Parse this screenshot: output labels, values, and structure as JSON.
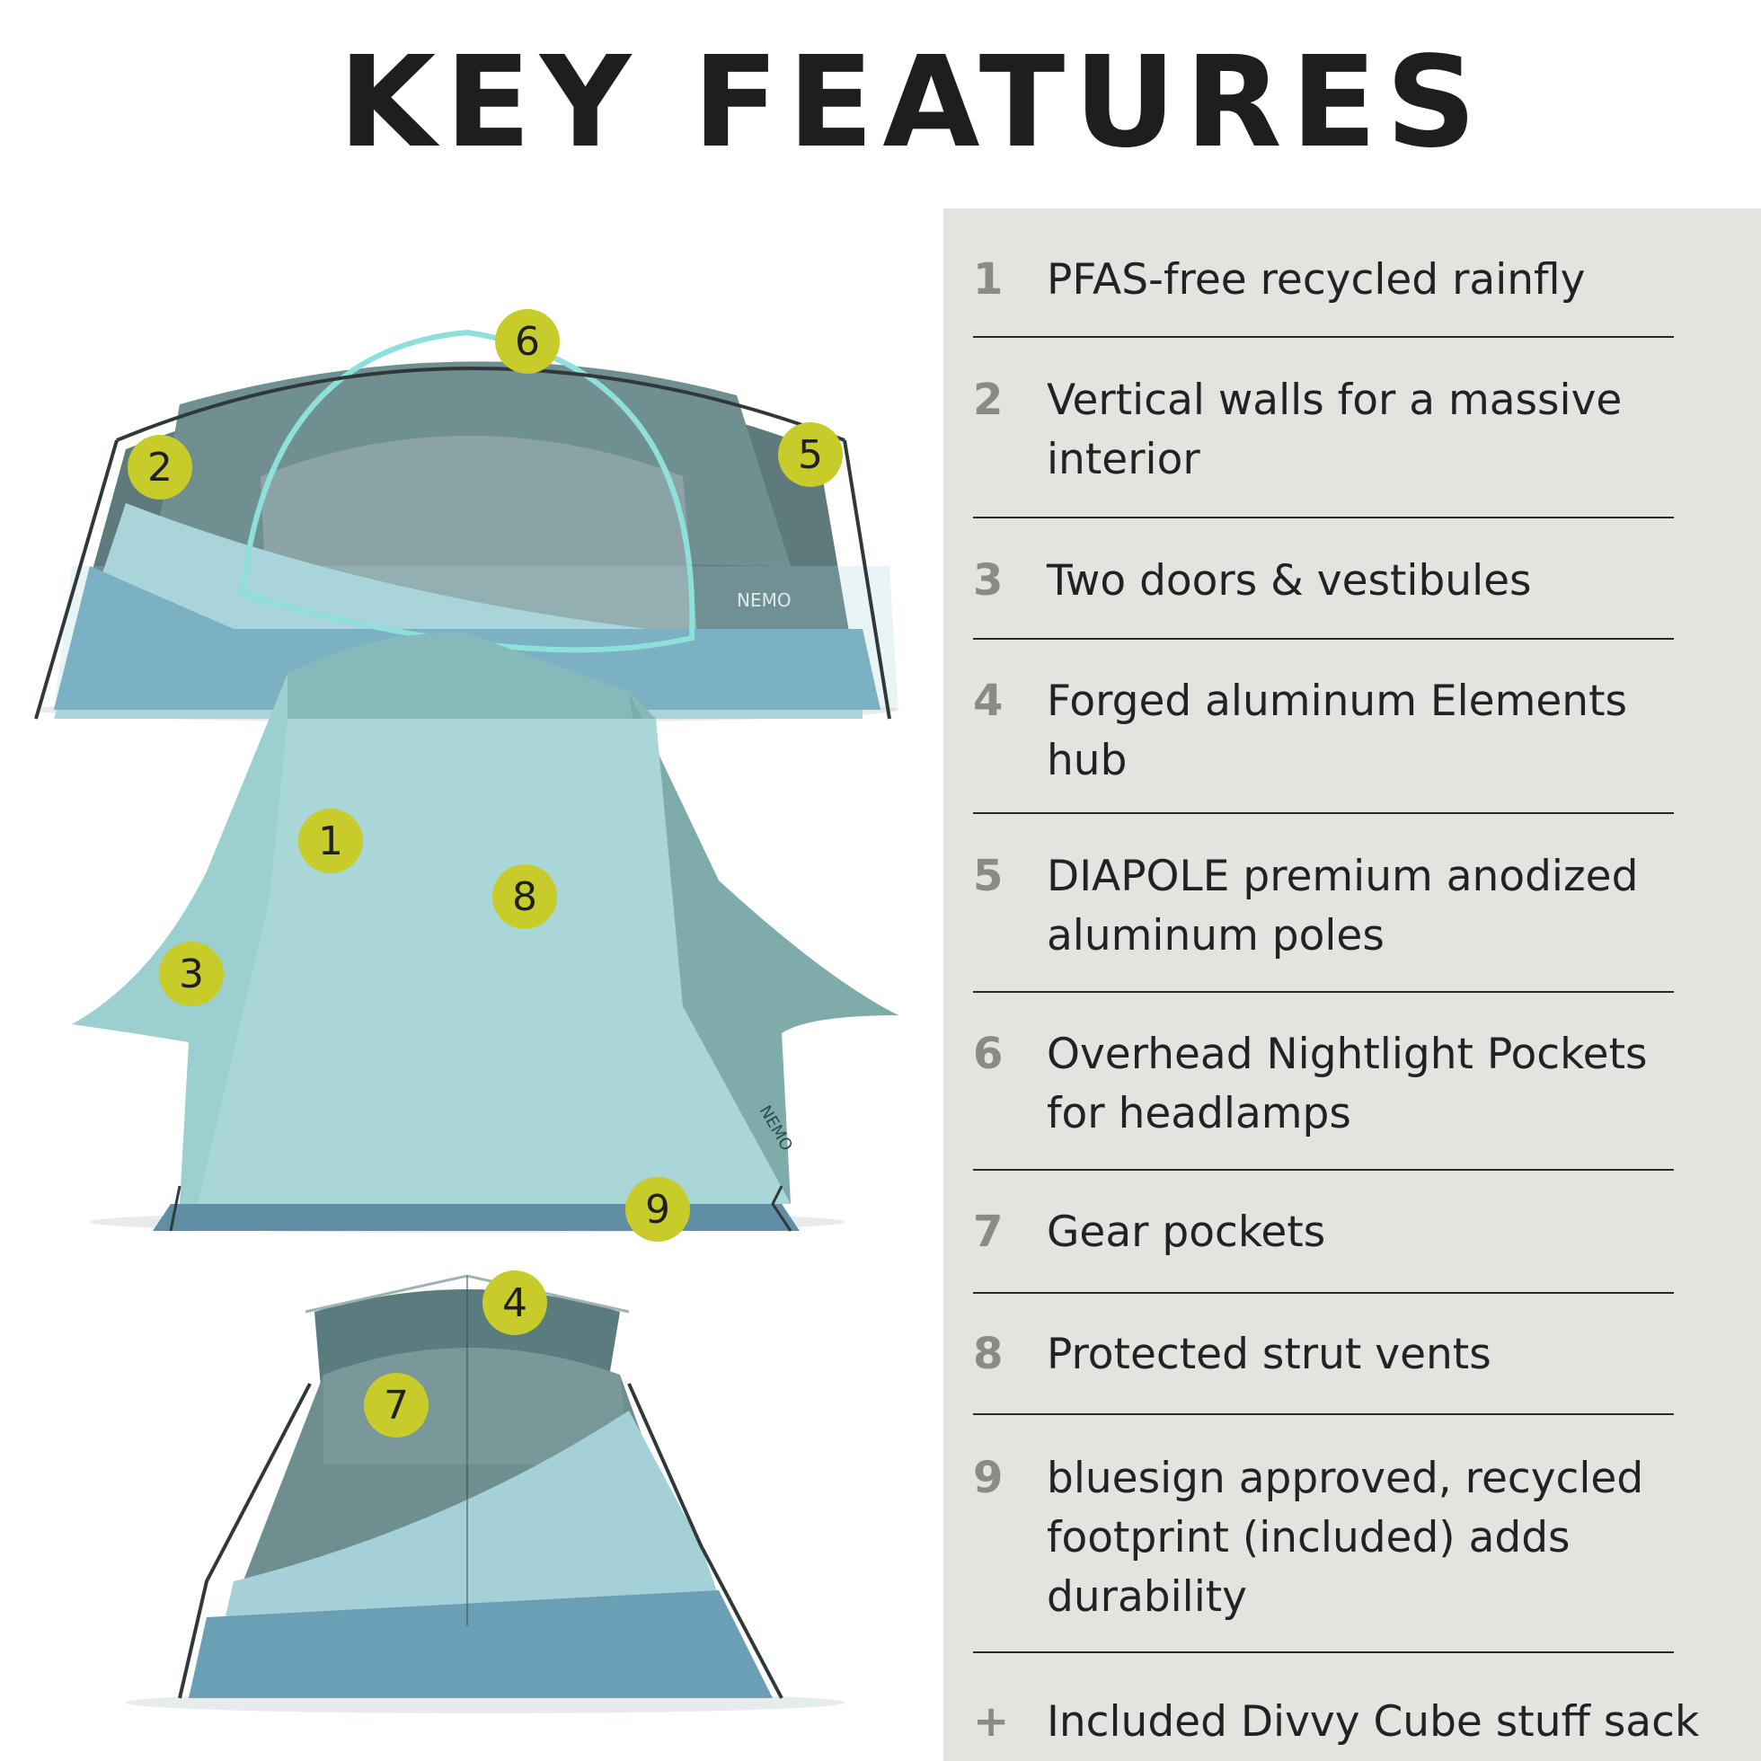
{
  "header": {
    "title": "KEY FEATURES"
  },
  "features": [
    {
      "number": "1",
      "text": "PFAS-free recycled rainfly"
    },
    {
      "number": "2",
      "text": "Vertical walls for a massive interior"
    },
    {
      "number": "3",
      "text": "Two doors & vestibules"
    },
    {
      "number": "4",
      "text": "Forged aluminum Elements hub"
    },
    {
      "number": "5",
      "text": "DIAPOLE premium anodized aluminum poles"
    },
    {
      "number": "6",
      "text": "Overhead Nightlight Pockets for headlamps"
    },
    {
      "number": "7",
      "text": "Gear pockets"
    },
    {
      "number": "8",
      "text": "Protected strut vents"
    },
    {
      "number": "9",
      "text": "bluesign approved, recycled footprint (included) adds durability"
    },
    {
      "number": "+",
      "text": "Included Divvy Cube stuff sack"
    }
  ],
  "callouts": [
    "6",
    "2",
    "5",
    "1",
    "8",
    "3",
    "9",
    "4",
    "7"
  ],
  "logo_text": "NEMO",
  "colors": {
    "callout_fill": "#c7cc2a",
    "panel_background": "#e3e3df",
    "number_gray": "#8b8b82",
    "tent_light": "#a9d3d6",
    "tent_mid": "#6fa6b8",
    "tent_dark": "#5d7f82"
  }
}
